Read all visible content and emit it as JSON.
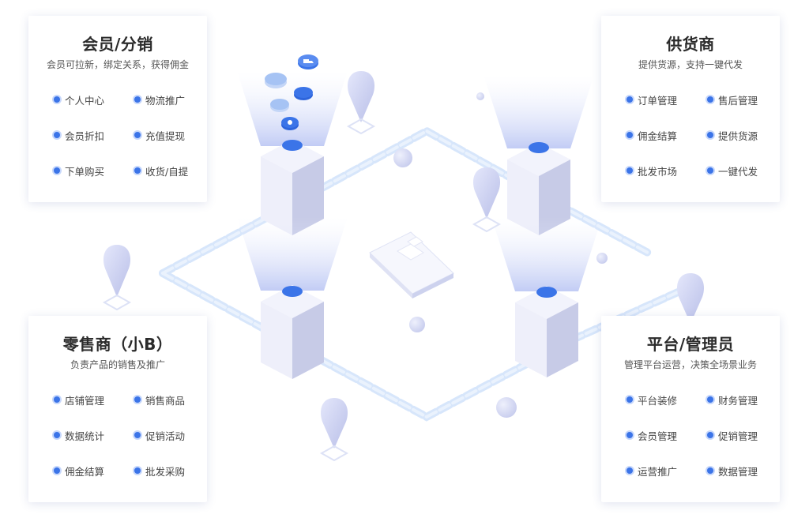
{
  "cards": [
    {
      "id": "member",
      "title": "会员/分销",
      "subtitle": "会员可拉新，绑定关系，获得佣金",
      "features": [
        "个人中心",
        "物流推广",
        "会员折扣",
        "充值提现",
        "下单购买",
        "收货/自提"
      ]
    },
    {
      "id": "supplier",
      "title": "供货商",
      "subtitle": "提供货源，支持一键代发",
      "features": [
        "订单管理",
        "售后管理",
        "佣金结算",
        "提供货源",
        "批发市场",
        "一键代发"
      ]
    },
    {
      "id": "retailer",
      "title": "零售商（小B）",
      "subtitle": "负责产品的销售及推广",
      "features": [
        "店铺管理",
        "销售商品",
        "数据统计",
        "促销活动",
        "佣金结算",
        "批发采购"
      ]
    },
    {
      "id": "platform",
      "title": "平台/管理员",
      "subtitle": "管理平台运营，决策全场景业务",
      "features": [
        "平台装修",
        "财务管理",
        "会员管理",
        "促销管理",
        "运营推广",
        "数据管理"
      ]
    }
  ],
  "colors": {
    "accent": "#3b74e8",
    "chain": "#d7e6fb",
    "box_light": "#eeeffa",
    "box_dark": "#c7cbe7"
  }
}
